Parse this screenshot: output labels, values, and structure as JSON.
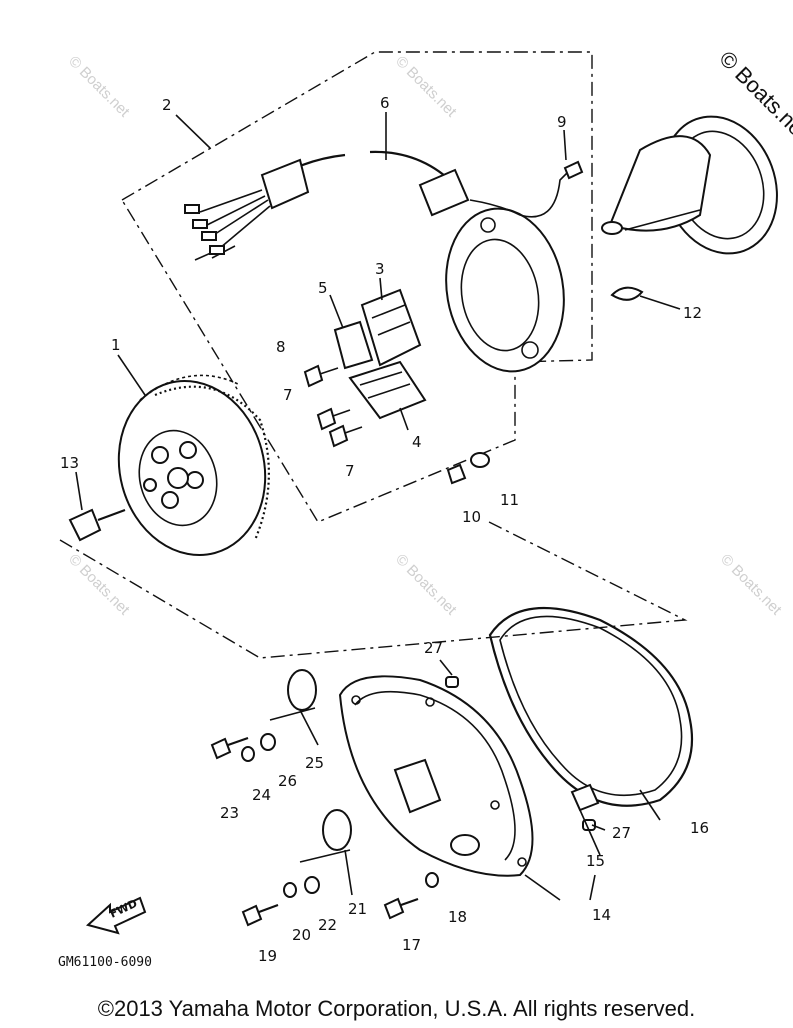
{
  "watermark": "© Boats.net",
  "drawing_code": "GM61100-6090",
  "fwd_label": "FWD",
  "copyright": "©2013 Yamaha Motor Corporation, U.S.A. All rights reserved.",
  "callouts": {
    "p1": "1",
    "p2": "2",
    "p3": "3",
    "p4": "4",
    "p5": "5",
    "p6": "6",
    "p7a": "7",
    "p7b": "7",
    "p8": "8",
    "p9": "9",
    "p10": "10",
    "p11": "11",
    "p12": "12",
    "p13": "13",
    "p14": "14",
    "p15": "15",
    "p16": "16",
    "p17": "17",
    "p18": "18",
    "p19": "19",
    "p20": "20",
    "p21": "21",
    "p22": "22",
    "p23": "23",
    "p24": "24",
    "p25": "25",
    "p26": "26",
    "p27a": "27",
    "p27b": "27"
  }
}
